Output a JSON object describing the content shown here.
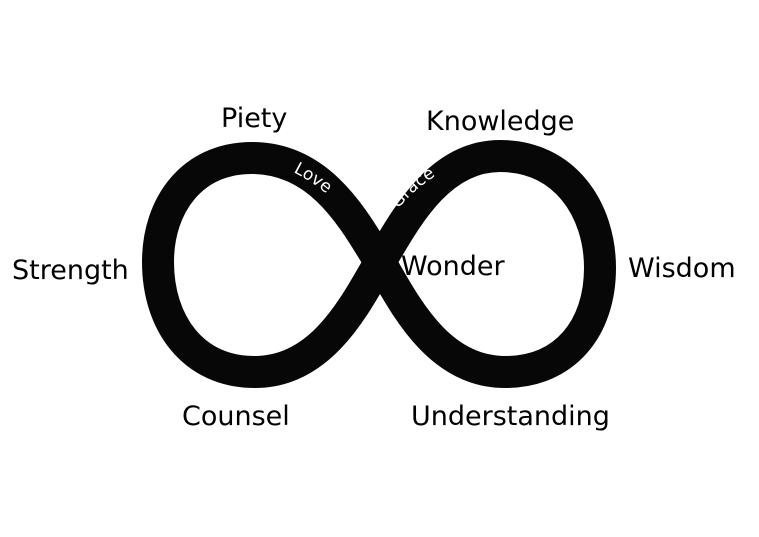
{
  "diagram": {
    "outer_labels": {
      "piety": "Piety",
      "knowledge": "Knowledge",
      "strength": "Strength",
      "wisdom": "Wisdom",
      "counsel": "Counsel",
      "understanding": "Understanding"
    },
    "center_label": "Wonder",
    "band_labels": {
      "left": "Love",
      "right": "Grace"
    },
    "colors": {
      "band": "#070707",
      "background": "#ffffff",
      "text": "#000000",
      "band_text": "#ffffff"
    }
  }
}
